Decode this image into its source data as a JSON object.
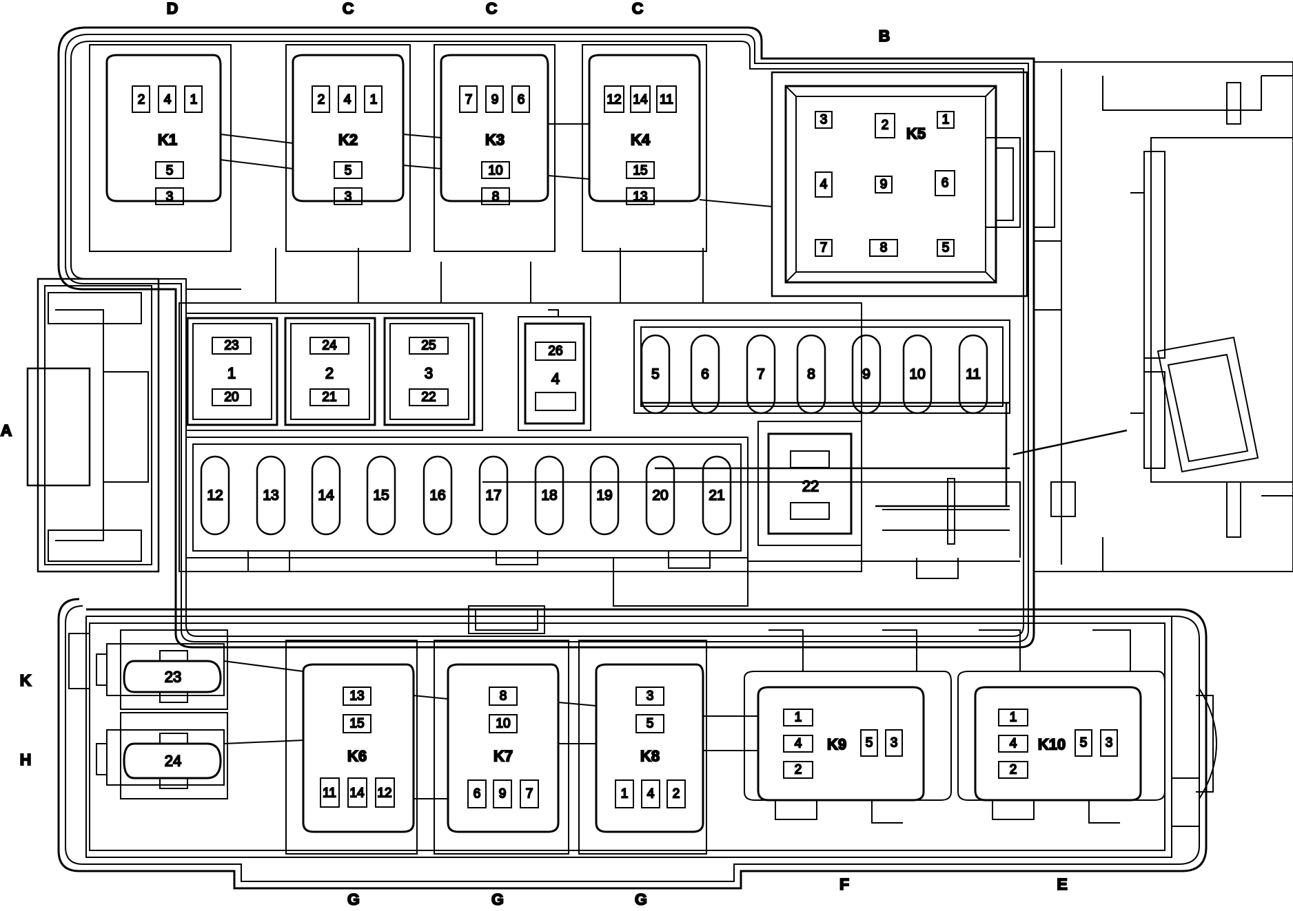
{
  "side_labels": {
    "d": "D",
    "c1": "C",
    "c2": "C",
    "c3": "C",
    "b": "B",
    "a": "A",
    "k": "K",
    "h": "H",
    "g1": "G",
    "g2": "G",
    "g3": "G",
    "f": "F",
    "e": "E"
  },
  "relays": {
    "k1": {
      "name": "K1",
      "pins": [
        "2",
        "4",
        "1",
        "5",
        "3"
      ]
    },
    "k2": {
      "name": "K2",
      "pins": [
        "2",
        "4",
        "1",
        "5",
        "3"
      ]
    },
    "k3": {
      "name": "K3",
      "pins": [
        "7",
        "9",
        "6",
        "10",
        "8"
      ]
    },
    "k4": {
      "name": "K4",
      "pins": [
        "12",
        "14",
        "11",
        "15",
        "13"
      ]
    },
    "k5": {
      "name": "K5",
      "pins": [
        "3",
        "2",
        "1",
        "4",
        "9",
        "6",
        "7",
        "8",
        "5"
      ]
    },
    "k6": {
      "name": "K6",
      "pins": [
        "13",
        "15",
        "11",
        "14",
        "12"
      ]
    },
    "k7": {
      "name": "K7",
      "pins": [
        "8",
        "10",
        "6",
        "9",
        "7"
      ]
    },
    "k8": {
      "name": "K8",
      "pins": [
        "3",
        "5",
        "1",
        "4",
        "2"
      ]
    },
    "k9": {
      "name": "K9",
      "pins": [
        "1",
        "4",
        "2",
        "5",
        "3"
      ]
    },
    "k10": {
      "name": "K10",
      "pins": [
        "1",
        "4",
        "2",
        "5",
        "3"
      ]
    }
  },
  "maxi_fuses": {
    "f1": {
      "name": "1",
      "top": "23",
      "bottom": "20"
    },
    "f2": {
      "name": "2",
      "top": "24",
      "bottom": "21"
    },
    "f3": {
      "name": "3",
      "top": "25",
      "bottom": "22"
    },
    "f4": {
      "name": "4",
      "top": "26"
    },
    "f22": {
      "name": "22"
    },
    "f23": {
      "name": "23"
    },
    "f24": {
      "name": "24"
    }
  },
  "mini_fuses_top": [
    "5",
    "6",
    "7",
    "8",
    "9",
    "10",
    "11"
  ],
  "mini_fuses_bottom": [
    "12",
    "13",
    "14",
    "15",
    "16",
    "17",
    "18",
    "19",
    "20",
    "21"
  ]
}
